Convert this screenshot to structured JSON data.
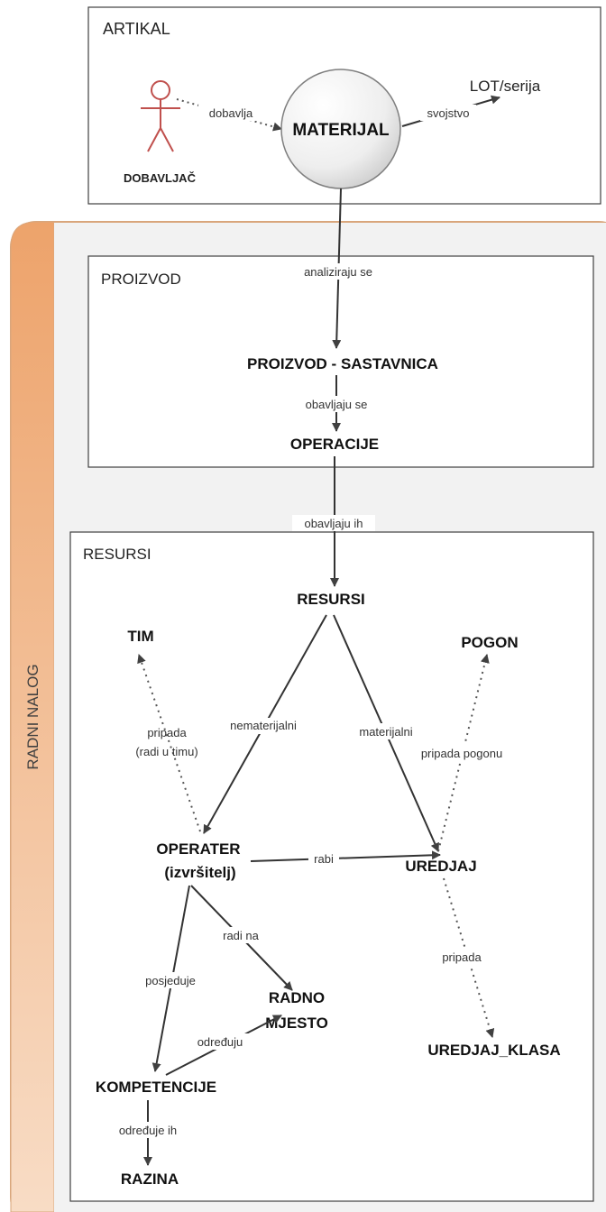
{
  "artikal": {
    "title": "ARTIKAL",
    "dobavljac": "DOBAVLJAČ",
    "materijal": "MATERIJAL",
    "lot_serija": "LOT/serija",
    "edge_dobavlja": "dobavlja",
    "edge_svojstvo": "svojstvo"
  },
  "radni_nalog": {
    "label": "RADNI NALOG",
    "band_color": "#EDA36B",
    "band_color_light": "#F8DCC5"
  },
  "proizvod": {
    "title": "PROIZVOD",
    "edge_analiziraju_se": "analiziraju se",
    "proizvod_sastavnica": "PROIZVOD - SASTAVNICA",
    "edge_obavljaju_se": "obavljaju se",
    "operacije": "OPERACIJE"
  },
  "edge_obavljaju_ih": "obavljaju ih",
  "resursi": {
    "title": "RESURSI",
    "resursi_node": "RESURSI",
    "tim": "TIM",
    "pogon": "POGON",
    "edge_pripada_1": "pripada",
    "edge_pripada_2": "(radi u timu)",
    "edge_nematerijalni": "nematerijalni",
    "edge_materijalni": "materijalni",
    "edge_pripada_pogonu": "pripada pogonu",
    "operater_1": "OPERATER",
    "operater_2": "(izvršitelj)",
    "edge_rabi": "rabi",
    "uredjaj": "UREDJAJ",
    "edge_radi_na": "radi na",
    "edge_posjeduje": "posjeduje",
    "radno_1": "RADNO",
    "radno_2": "MJESTO",
    "edge_pripada_klasa": "pripada",
    "edge_odredjuju": "određuju",
    "uredjaj_klasa": "UREDJAJ_KLASA",
    "kompetencije": "KOMPETENCIJE",
    "edge_odredjuje_ih": "određuje ih",
    "razina": "RAZINA"
  },
  "icons": {
    "actor": "stick-figure-actor-icon"
  }
}
